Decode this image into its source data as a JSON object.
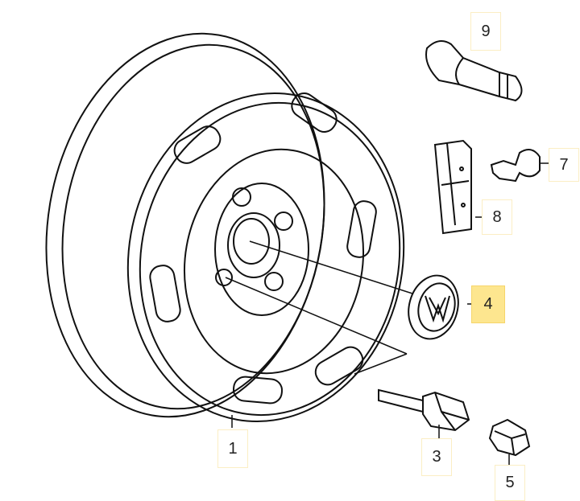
{
  "callouts": [
    {
      "id": "1",
      "label": "1",
      "highlighted": false
    },
    {
      "id": "3",
      "label": "3",
      "highlighted": false
    },
    {
      "id": "4",
      "label": "4",
      "highlighted": true
    },
    {
      "id": "5",
      "label": "5",
      "highlighted": false
    },
    {
      "id": "7",
      "label": "7",
      "highlighted": false
    },
    {
      "id": "8",
      "label": "8",
      "highlighted": false
    },
    {
      "id": "9",
      "label": "9",
      "highlighted": false
    }
  ],
  "colors": {
    "highlight": "#fde68f",
    "line": "#111111",
    "box_border": "#fbeec4"
  }
}
